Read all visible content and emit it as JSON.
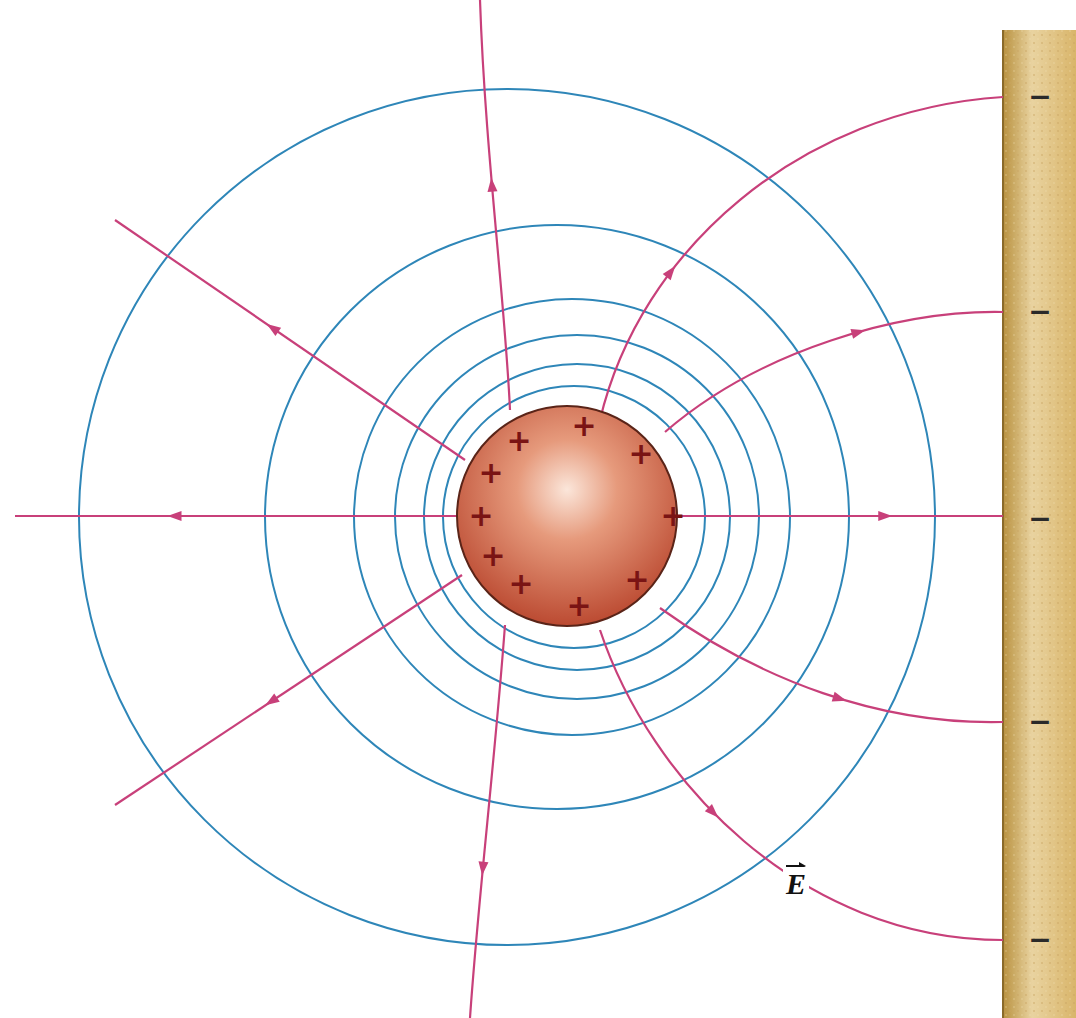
{
  "diagram": {
    "labels": [
      "+",
      "+",
      "+",
      "+",
      "+",
      "+",
      "+",
      "+",
      "+",
      "+",
      "−",
      "−",
      "−",
      "−",
      "−",
      "E"
    ]
  }
}
